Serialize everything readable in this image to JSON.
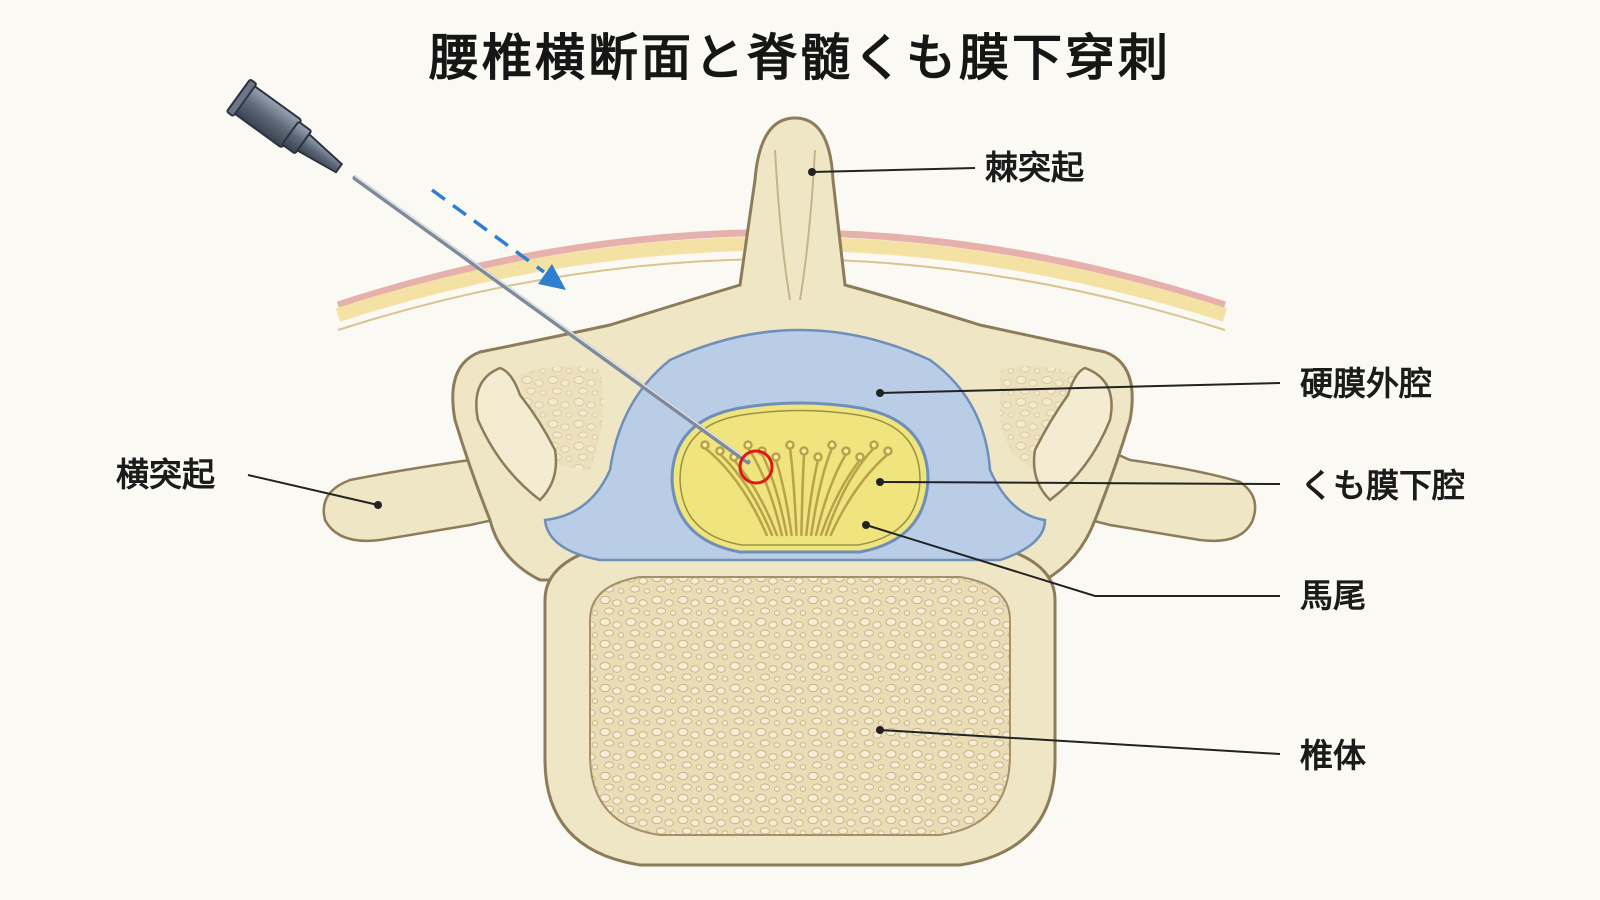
{
  "title": "腰椎横断面と脊髄くも膜下穿刺",
  "labels": {
    "spinous_process": "棘突起",
    "epidural_space": "硬膜外腔",
    "transverse_process": "横突起",
    "subarachnoid_space": "くも膜下腔",
    "cauda_equina": "馬尾",
    "vertebral_body": "椎体"
  },
  "colors": {
    "bone": "#efe6c6",
    "epidural": "#b9cde6",
    "subarachnoid": "#efe47e",
    "skin": "#e2a4a0",
    "fat": "#f2dc8c",
    "arrow": "#2f7fd1",
    "target": "#e01818"
  },
  "icons": {
    "needle": "spinal-needle-icon",
    "target": "target-circle-icon",
    "direction": "dashed-arrow-icon"
  }
}
